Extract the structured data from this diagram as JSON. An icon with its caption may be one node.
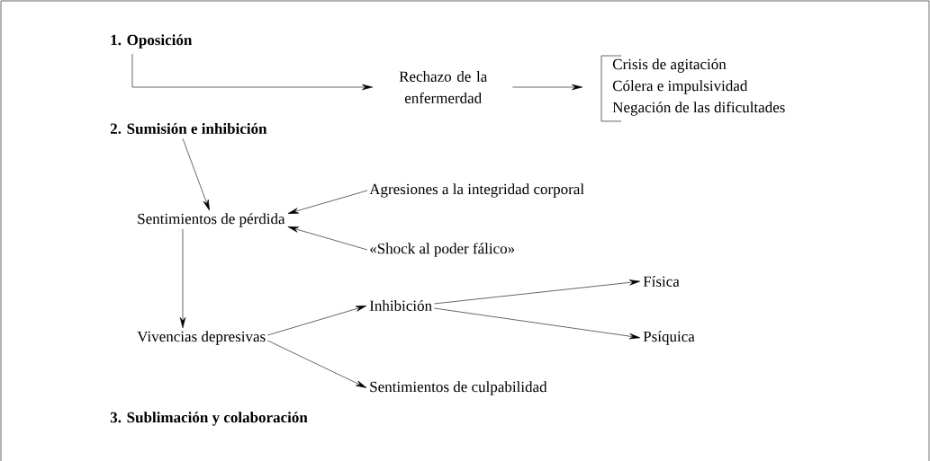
{
  "diagram": {
    "nodes": [
      {
        "text": [
          "1. Oposición"
        ]
      },
      {
        "text": [
          "Rechazo de la enfermerdad"
        ]
      },
      {
        "text": [
          "Crisis de agitación",
          "Cólera e impulsividad",
          "Negación de las dificultades"
        ]
      },
      {
        "text": [
          "2. Sumisión e inhibición"
        ]
      },
      {
        "text": [
          "Sentimientos de pérdida"
        ]
      },
      {
        "text": [
          "Agresiones a la integridad corporal"
        ]
      },
      {
        "text": [
          "«Shock al poder fálico»"
        ]
      },
      {
        "text": [
          "Vivencias depresivas"
        ]
      },
      {
        "text": [
          "Inhibición"
        ]
      },
      {
        "text": [
          "Sentimientos de culpabilidad"
        ]
      },
      {
        "text": [
          "Física"
        ]
      },
      {
        "text": [
          "Psíquica"
        ]
      },
      {
        "text": [
          "3. Sublimación y colaboración"
        ]
      }
    ],
    "edges": [
      {
        "from": 0,
        "to": 1,
        "arrow": "to"
      },
      {
        "from": 1,
        "to": 2,
        "arrow": "to"
      },
      {
        "from": 3,
        "to": 4,
        "arrow": "to"
      },
      {
        "from": 5,
        "to": 4,
        "arrow": "to"
      },
      {
        "from": 6,
        "to": 4,
        "arrow": "to"
      },
      {
        "from": 4,
        "to": 7,
        "arrow": "to"
      },
      {
        "from": 7,
        "to": 8,
        "arrow": "to"
      },
      {
        "from": 7,
        "to": 9,
        "arrow": "to"
      },
      {
        "from": 8,
        "to": 10,
        "arrow": "to"
      },
      {
        "from": 8,
        "to": 11,
        "arrow": "to"
      }
    ]
  }
}
